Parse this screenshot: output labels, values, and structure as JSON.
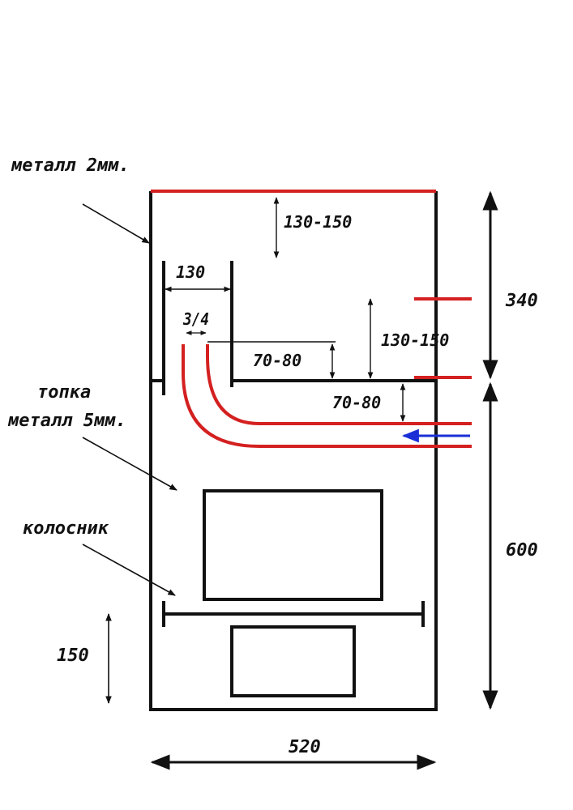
{
  "labels": {
    "metal_2mm": "металл 2мм.",
    "firebox": "топка",
    "metal_5mm": "металл 5мм.",
    "grate": "колосник"
  },
  "dimensions": {
    "top_gap": "130-150",
    "pipe_width": "130",
    "pipe_diameter": "3/4",
    "upper_70_80": "70-80",
    "side_gap": "130-150",
    "lower_70_80": "70-80",
    "upper_height": "340",
    "lower_height": "600",
    "ash_height": "150",
    "total_width": "520"
  },
  "colors": {
    "outline": "#111111",
    "hot_metal": "#d42020",
    "water_flow": "#1a2fd6"
  },
  "icons": {
    "flow_arrow": "arrow-left-icon"
  }
}
